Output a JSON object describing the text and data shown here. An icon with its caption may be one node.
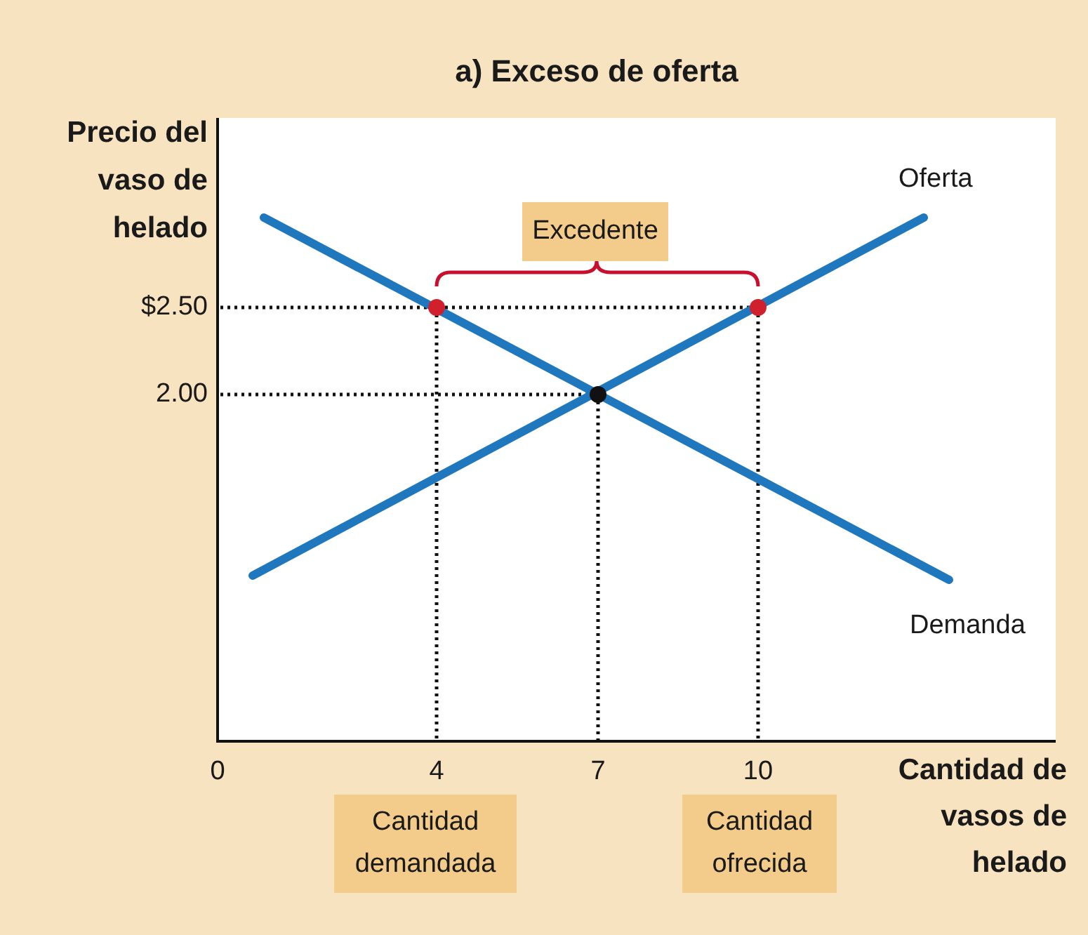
{
  "diagram": {
    "title": "a) Exceso de oferta",
    "nodes": [
      {
        "text": [
          "Excedente"
        ]
      },
      {
        "text": [
          "Cantidad demandada"
        ]
      },
      {
        "text": [
          "Cantidad ofrecida"
        ]
      }
    ],
    "labels": [
      "Precio del vaso de helado",
      "Oferta",
      "$2.50",
      "2.00",
      "Demanda",
      "0",
      "4",
      "7",
      "10",
      "Cantidad de vasos de helado"
    ]
  }
}
